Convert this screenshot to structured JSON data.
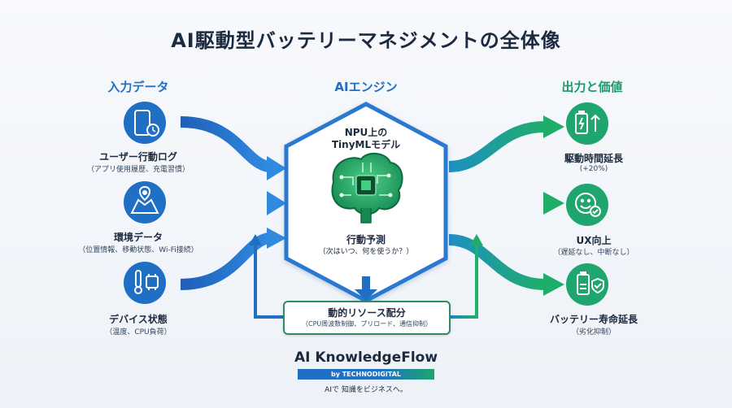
{
  "title": "AI駆動型バッテリーマネジメントの全体像",
  "sections": {
    "input": "入力データ",
    "engine": "AIエンジン",
    "output": "出力と価値"
  },
  "inputs": [
    {
      "label": "ユーザー行動ログ",
      "sub": "（アプリ使用履歴、充電習慣）",
      "icon": "phone-clock-icon"
    },
    {
      "label": "環境データ",
      "sub": "（位置情報、移動状態、Wi-Fi接続）",
      "icon": "map-location-icon"
    },
    {
      "label": "デバイス状態",
      "sub": "（温度、CPU負荷）",
      "icon": "thermometer-chip-icon"
    }
  ],
  "engine": {
    "model_line1": "NPU上の",
    "model_line2": "TinyMLモデル",
    "predict_label": "行動予測",
    "predict_sub": "（次はいつ、何を使うか？）",
    "icon": "brain-chip-icon"
  },
  "resource": {
    "label": "動的リソース配分",
    "sub": "（CPU周波数制御、プリロード、通信抑制）"
  },
  "outputs": [
    {
      "label": "駆動時間延長",
      "sub": "(+20%)",
      "icon": "battery-up-icon"
    },
    {
      "label": "UX向上",
      "sub": "（遅延なし、中断なし）",
      "icon": "smile-check-icon"
    },
    {
      "label": "バッテリー寿命延長",
      "sub": "（劣化抑制）",
      "icon": "battery-shield-icon"
    }
  ],
  "brand": {
    "name": "AI KnowledgeFlow",
    "by": "by TECHNODIGITAL",
    "tagline": "AIで 知識をビジネスへ。"
  },
  "colors": {
    "blue": "#1f6fc4",
    "green": "#1fa56e",
    "dark_green": "#2f8a66",
    "text": "#1b2a3f"
  }
}
